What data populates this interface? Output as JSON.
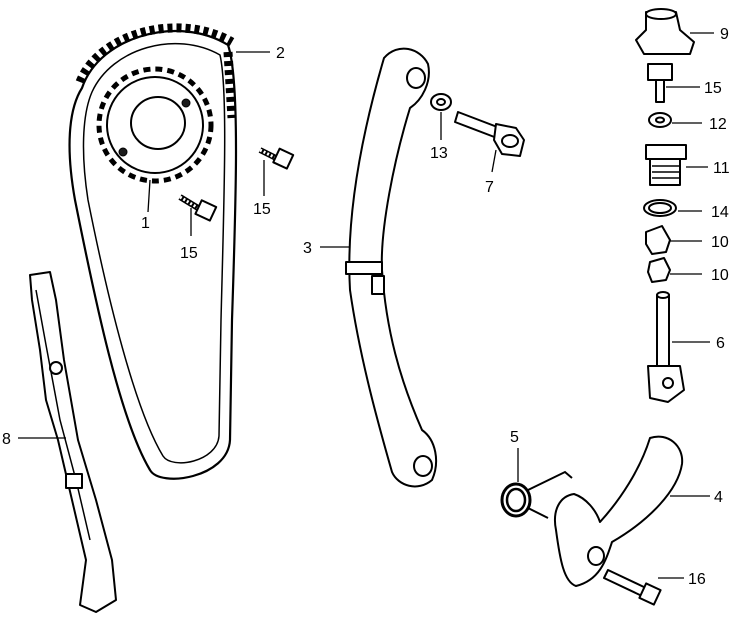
{
  "diagram": {
    "callouts": {
      "c1": "1",
      "c2": "2",
      "c3": "3",
      "c4": "4",
      "c5": "5",
      "c6": "6",
      "c7": "7",
      "c8": "8",
      "c9": "9",
      "c10a": "10",
      "c10b": "10",
      "c11": "11",
      "c12": "12",
      "c13": "13",
      "c14": "14",
      "c15a": "15",
      "c15b": "15",
      "c15c": "15",
      "c16": "16"
    }
  }
}
